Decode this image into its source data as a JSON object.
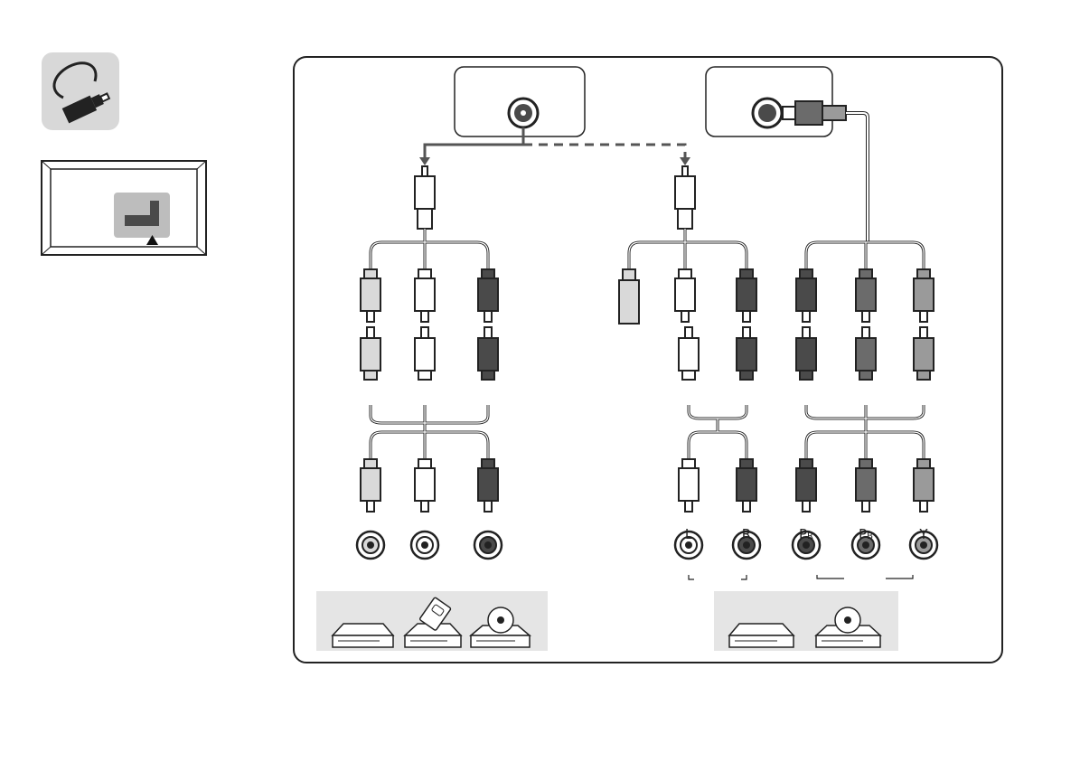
{
  "colors": {
    "plug_white": "#ffffff",
    "plug_light_gray": "#d9d9d9",
    "plug_dark_gray": "#4a4a4a",
    "plug_medium_gray": "#6b6b6b",
    "plug_silver": "#9a9a9a",
    "outline": "#222222",
    "panel_fill": "#e5e5e5",
    "arrow": "#555555"
  },
  "icons": {
    "cable_icon": "rca-cable-icon",
    "tv_rear_icon": "tv-rear-panel-icon",
    "position_marker": "triangle-up-icon",
    "devices_left": [
      "vcr-icon",
      "camcorder-recorder-icon",
      "dvd-player-icon"
    ],
    "devices_right": [
      "vcr-icon",
      "dvd-player-icon"
    ]
  },
  "connectors": {
    "left_group": [
      "light-gray",
      "white",
      "dark-gray"
    ],
    "middle_group": [
      "white",
      "dark-gray"
    ],
    "middle_group_labels": [
      "L",
      "R"
    ],
    "right_group": [
      "dark-gray",
      "medium-gray",
      "silver"
    ],
    "right_group_labels": [
      "PR",
      "PB",
      "Y"
    ]
  }
}
